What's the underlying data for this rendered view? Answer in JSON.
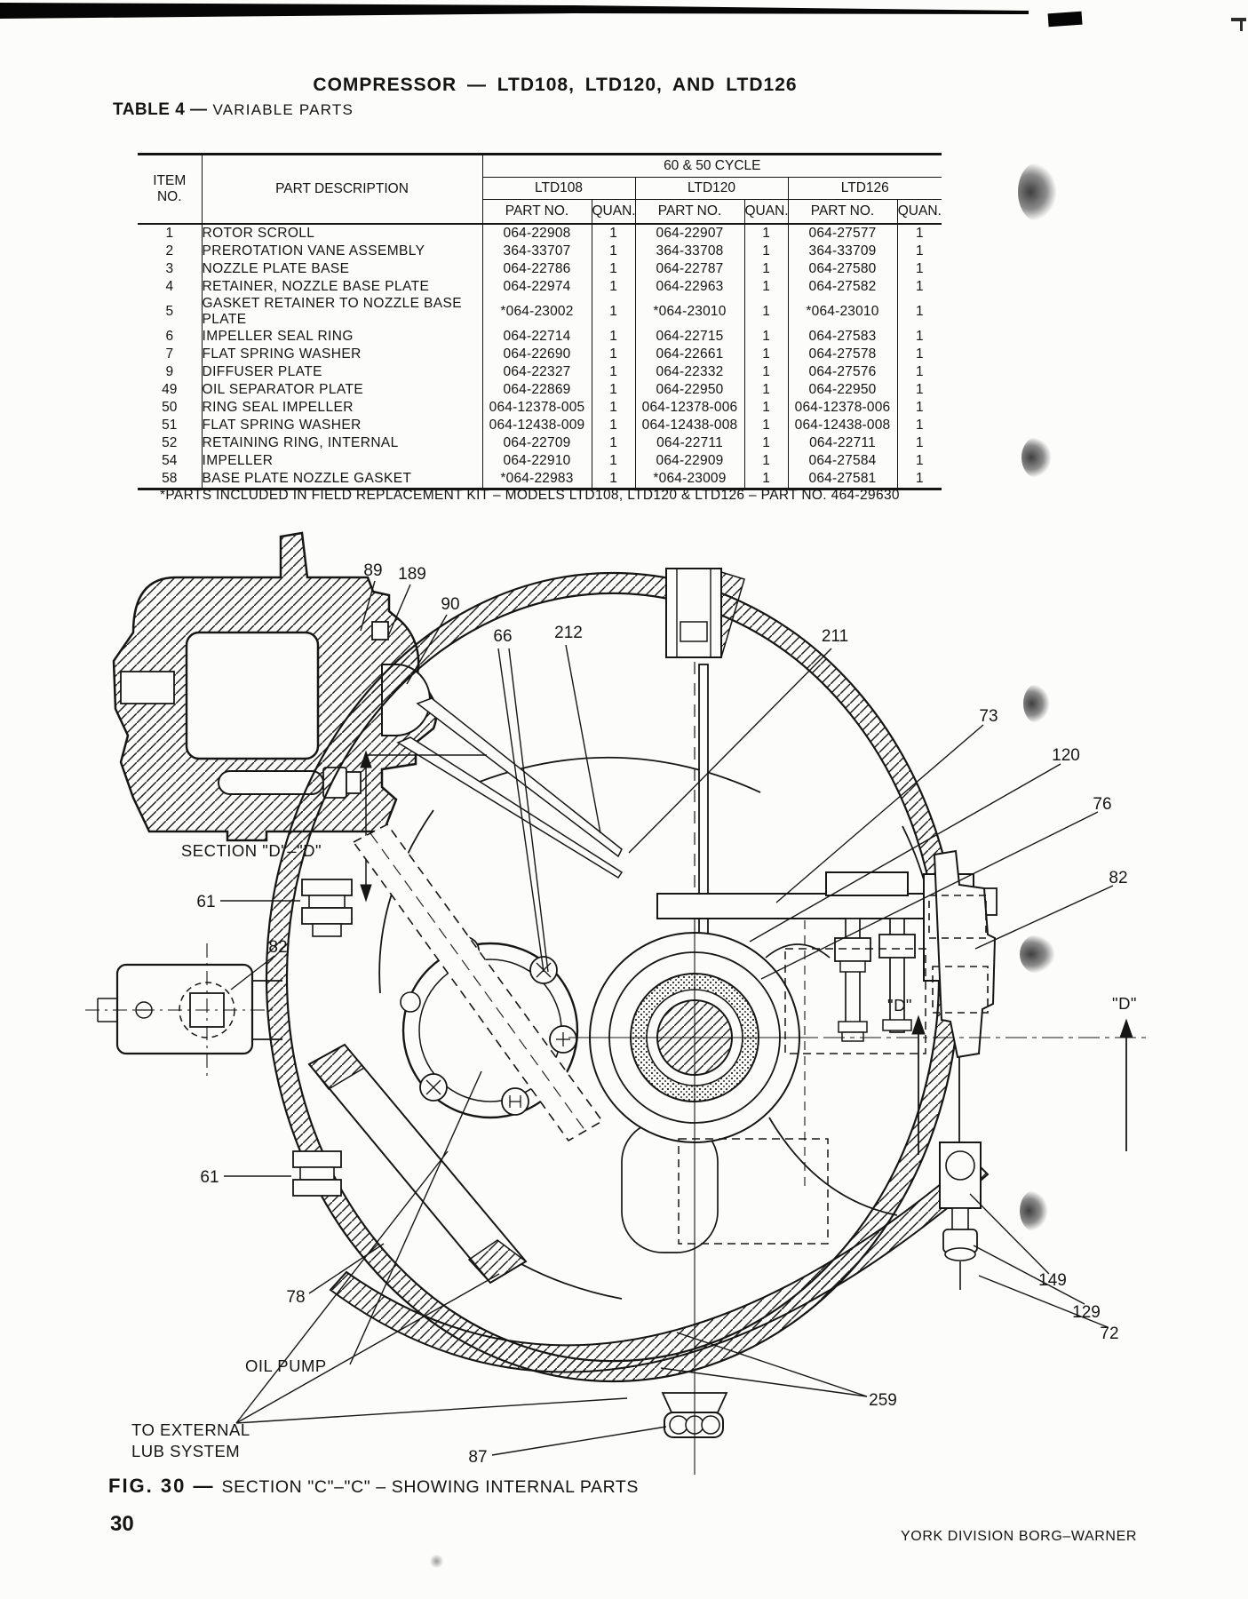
{
  "header": {
    "title": "COMPRESSOR — LTD108, LTD120, AND LTD126"
  },
  "table": {
    "label_bold": "TABLE 4 —",
    "label_text": "VARIABLE PARTS",
    "cycle_header": "60 & 50 CYCLE",
    "item_col_line1": "ITEM",
    "item_col_line2": "NO.",
    "description_col": "PART DESCRIPTION",
    "part_col": "PART NO.",
    "quan_col": "QUAN.",
    "models": [
      "LTD108",
      "LTD120",
      "LTD126"
    ],
    "rows": [
      {
        "item": "1",
        "desc": "ROTOR SCROLL",
        "p108": "064-22908",
        "q108": "1",
        "p120": "064-22907",
        "q120": "1",
        "p126": "064-27577",
        "q126": "1"
      },
      {
        "item": "2",
        "desc": "PREROTATION VANE ASSEMBLY",
        "p108": "364-33707",
        "q108": "1",
        "p120": "364-33708",
        "q120": "1",
        "p126": "364-33709",
        "q126": "1"
      },
      {
        "item": "3",
        "desc": "NOZZLE PLATE BASE",
        "p108": "064-22786",
        "q108": "1",
        "p120": "064-22787",
        "q120": "1",
        "p126": "064-27580",
        "q126": "1"
      },
      {
        "item": "4",
        "desc": "RETAINER, NOZZLE BASE PLATE",
        "p108": "064-22974",
        "q108": "1",
        "p120": "064-22963",
        "q120": "1",
        "p126": "064-27582",
        "q126": "1"
      },
      {
        "item": "5",
        "desc": "GASKET RETAINER TO NOZZLE BASE PLATE",
        "p108": "*064-23002",
        "q108": "1",
        "p120": "*064-23010",
        "q120": "1",
        "p126": "*064-23010",
        "q126": "1"
      },
      {
        "item": "6",
        "desc": "IMPELLER SEAL RING",
        "p108": "064-22714",
        "q108": "1",
        "p120": "064-22715",
        "q120": "1",
        "p126": "064-27583",
        "q126": "1"
      },
      {
        "item": "7",
        "desc": "FLAT SPRING WASHER",
        "p108": "064-22690",
        "q108": "1",
        "p120": "064-22661",
        "q120": "1",
        "p126": "064-27578",
        "q126": "1"
      },
      {
        "item": "9",
        "desc": "DIFFUSER PLATE",
        "p108": "064-22327",
        "q108": "1",
        "p120": "064-22332",
        "q120": "1",
        "p126": "064-27576",
        "q126": "1"
      },
      {
        "item": "49",
        "desc": "OIL SEPARATOR PLATE",
        "p108": "064-22869",
        "q108": "1",
        "p120": "064-22950",
        "q120": "1",
        "p126": "064-22950",
        "q126": "1"
      },
      {
        "item": "50",
        "desc": "RING SEAL IMPELLER",
        "p108": "064-12378-005",
        "q108": "1",
        "p120": "064-12378-006",
        "q120": "1",
        "p126": "064-12378-006",
        "q126": "1"
      },
      {
        "item": "51",
        "desc": "FLAT SPRING WASHER",
        "p108": "064-12438-009",
        "q108": "1",
        "p120": "064-12438-008",
        "q120": "1",
        "p126": "064-12438-008",
        "q126": "1"
      },
      {
        "item": "52",
        "desc": "RETAINING RING, INTERNAL",
        "p108": "064-22709",
        "q108": "1",
        "p120": "064-22711",
        "q120": "1",
        "p126": "064-22711",
        "q126": "1"
      },
      {
        "item": "54",
        "desc": "IMPELLER",
        "p108": "064-22910",
        "q108": "1",
        "p120": "064-22909",
        "q120": "1",
        "p126": "064-27584",
        "q126": "1"
      },
      {
        "item": "58",
        "desc": "BASE PLATE NOZZLE GASKET",
        "p108": "*064-22983",
        "q108": "1",
        "p120": "*064-23009",
        "q120": "1",
        "p126": "064-27581",
        "q126": "1"
      }
    ],
    "footnote": "*PARTS INCLUDED IN FIELD REPLACEMENT KIT – MODELS LTD108, LTD120 & LTD126 – PART NO. 464-29630"
  },
  "figure": {
    "section_d_label": "SECTION \"D\"–\"D\"",
    "oil_pump_label": "OIL PUMP",
    "lub_line1": "TO EXTERNAL",
    "lub_line2": "LUB SYSTEM",
    "d_mark": "\"D\"",
    "callouts": {
      "c89": "89",
      "c189": "189",
      "c90": "90",
      "c66": "66",
      "c212": "212",
      "c211": "211",
      "c73": "73",
      "c120": "120",
      "c76": "76",
      "c82_right": "82",
      "c82_left": "82",
      "c61_upper": "61",
      "c61_lower": "61",
      "c78": "78",
      "c87": "87",
      "c149": "149",
      "c129": "129",
      "c72": "72",
      "c259": "259"
    },
    "caption_bold": "FIG.  30 —",
    "caption_text": "SECTION \"C\"–\"C\" – SHOWING INTERNAL PARTS"
  },
  "footer": {
    "page_number": "30",
    "right": "YORK DIVISION   BORG–WARNER"
  }
}
